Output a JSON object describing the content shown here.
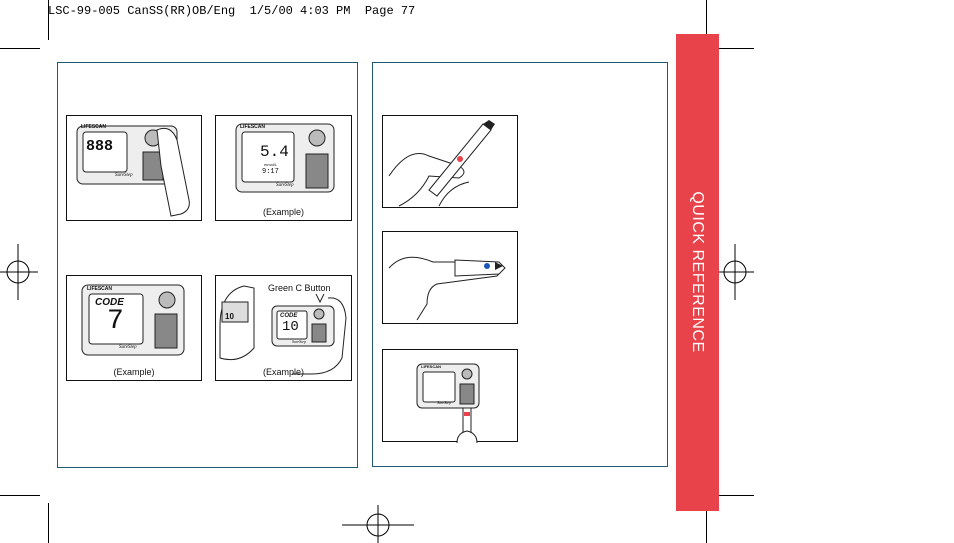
{
  "header": {
    "slug_line": "LSC-99-005 CanSS(RR)OB/Eng  1/5/00 4:03 PM  Page 77"
  },
  "side_tab": {
    "label": "QUICK REFERENCE",
    "color": "#e8434a"
  },
  "left_panel": {
    "figure_1": {
      "brand": "LIFESCAN",
      "display": "888",
      "product": "SureStep"
    },
    "figure_2": {
      "brand": "LIFESCAN",
      "reading": "5.4",
      "unit": "mmol/L",
      "time": "9:17",
      "product": "SureStep",
      "caption": "(Example)"
    },
    "figure_3": {
      "brand": "LIFESCAN",
      "code_label": "CODE",
      "code_value": "7",
      "product": "SureStep",
      "caption": "(Example)"
    },
    "figure_4": {
      "callout": "Green C Button",
      "strip_code": "10",
      "code_label": "CODE",
      "code_value": "10",
      "product": "SureStep",
      "caption": "(Example)"
    }
  },
  "right_panel": {
    "figure_5": {
      "description_icon": "lancet-finger-icon"
    },
    "figure_6": {
      "description_icon": "blood-drop-finger-icon"
    },
    "figure_7": {
      "brand": "LIFESCAN",
      "product": "SureStep"
    }
  },
  "colors": {
    "panel_border": "#1f5a73",
    "drop_red": "#e8434a",
    "drop_blue": "#1a57b8"
  }
}
